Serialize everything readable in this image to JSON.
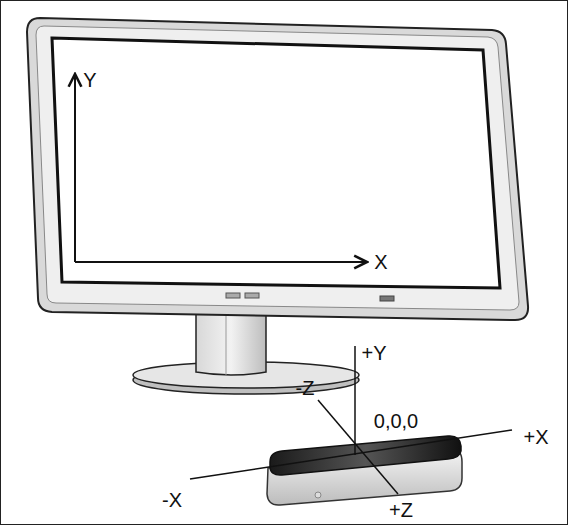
{
  "diagram": {
    "labels": [
      "Y",
      "X",
      "+Y",
      "-Z",
      "0,0,0",
      "+X",
      "-X",
      "+Z"
    ]
  }
}
